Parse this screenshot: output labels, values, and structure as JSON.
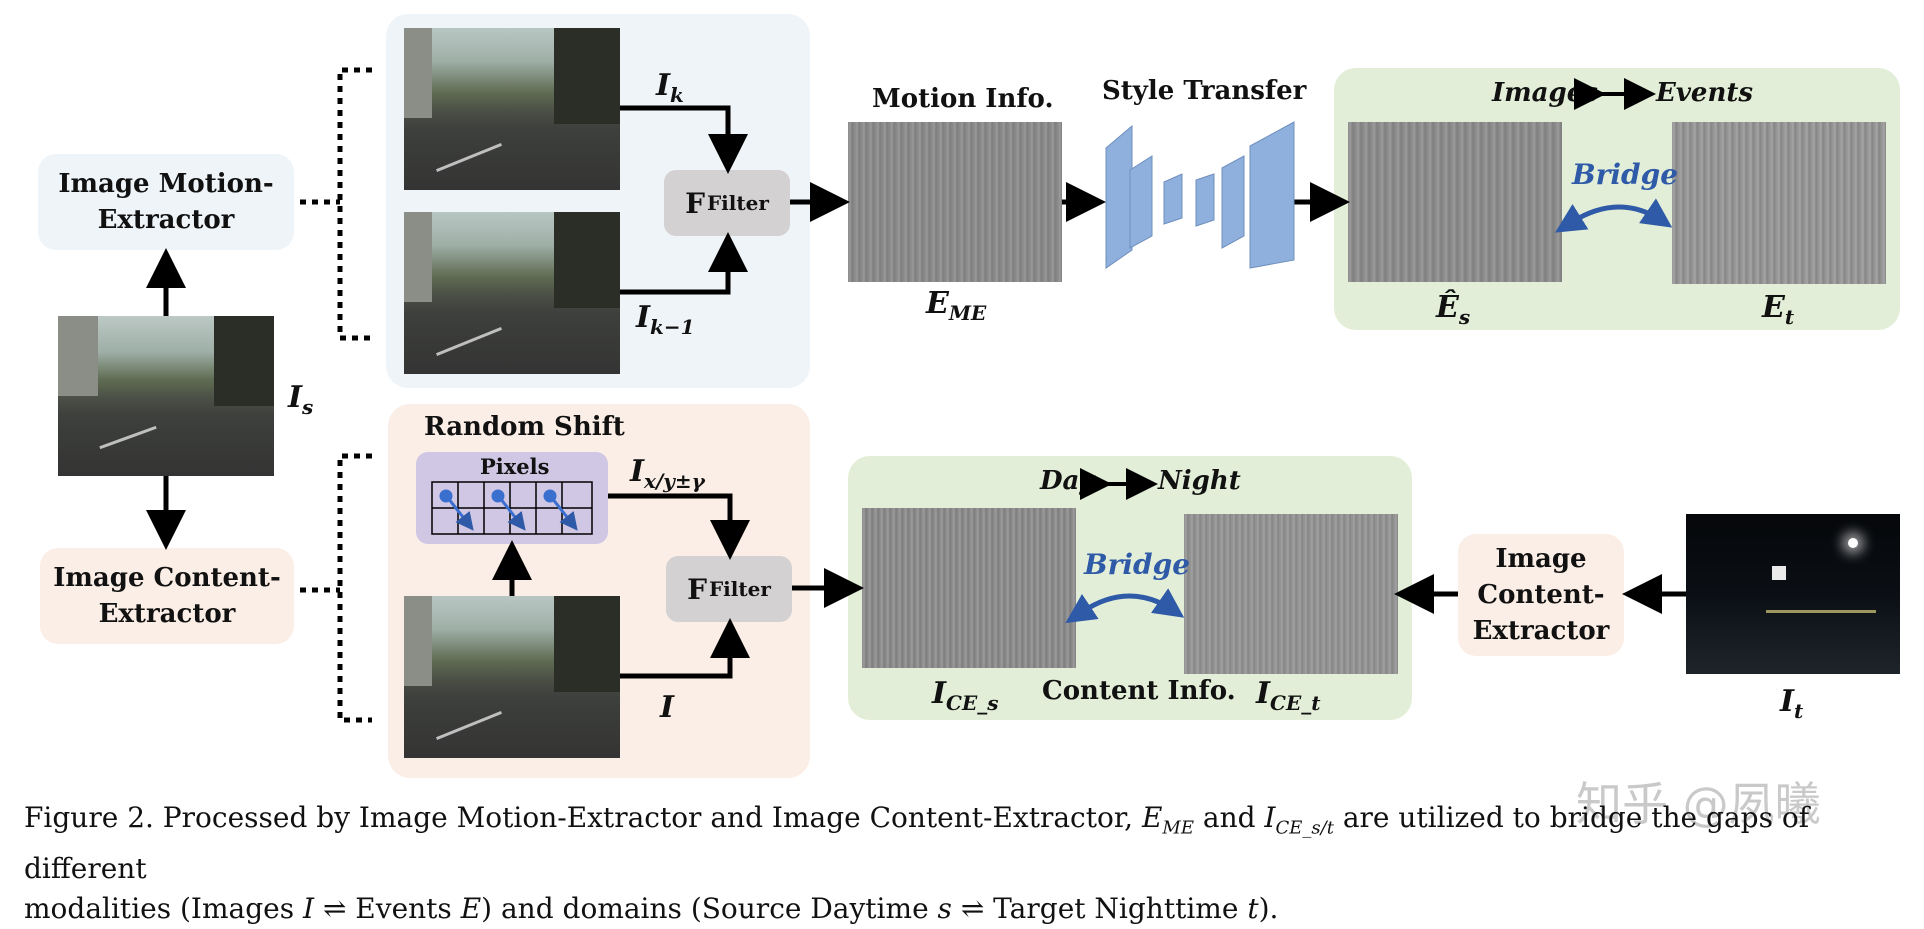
{
  "labels": {
    "motion_extractor": "Image Motion-\nExtractor",
    "content_extractor_left": "Image Content-\nExtractor",
    "content_extractor_right": "Image\nContent-\nExtractor",
    "motion_info": "Motion Info.",
    "style_transfer": "Style Transfer",
    "images_events_left": "Images",
    "images_events_right": "Events",
    "random_shift": "Random Shift",
    "pixels": "Pixels",
    "day": "Day",
    "night": "Night",
    "content_info": "Content Info.",
    "bridge": "Bridge",
    "filter_main": "F",
    "filter_sub": "Filter"
  },
  "math": {
    "Ik": "I",
    "Ik_sub": "k",
    "Ik1": "I",
    "Ik1_sub": "k−1",
    "Is": "I",
    "Is_sub": "s",
    "EME": "E",
    "EME_sub": "ME",
    "Es": "Ê",
    "Es_sub": "s",
    "Et": "E",
    "Et_sub": "t",
    "Ixy": "I",
    "Ixy_sub": "x/y±γ",
    "I": "I",
    "ICEs": "I",
    "ICEs_sub": "CE_s",
    "ICEt": "I",
    "ICEt_sub": "CE_t",
    "It": "I",
    "It_sub": "t"
  },
  "caption": {
    "line1a": "Figure 2. Processed by Image Motion-Extractor and Image Content-Extractor, ",
    "line1b": "E",
    "line1b_sub": "ME",
    "line1c": " and ",
    "line1d": "I",
    "line1d_sub": "CE_s/t",
    "line1e": " are utilized to bridge the gaps of different",
    "line2a": "modalities (Images ",
    "line2b": "I",
    "line2c": " ⇌ Events ",
    "line2d": "E",
    "line2e": ") and domains (Source Daytime ",
    "line2f": "s",
    "line2g": " ⇌ Target Nighttime ",
    "line2h": "t",
    "line2i": ")."
  },
  "watermark": "知乎 @夙曦",
  "colors": {
    "motion_panel": "#eef4f8",
    "content_panel": "#fbeee6",
    "green_panel": "#e2eed7",
    "extractor_blue": "#eef4f8",
    "extractor_peach": "#fbeee6",
    "pixels_box": "#cfc7e3",
    "bridge": "#2f5aa8",
    "network": "#8fb0dc"
  }
}
